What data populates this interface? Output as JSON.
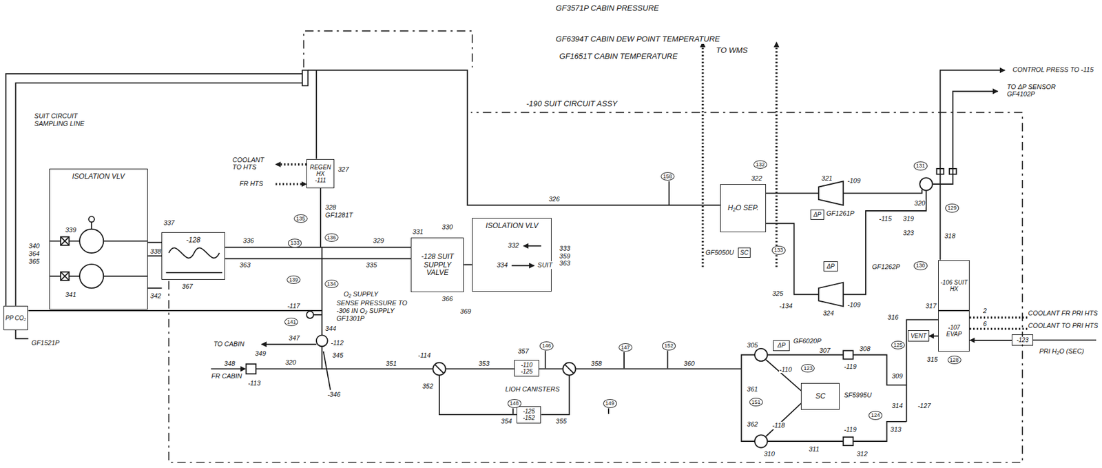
{
  "diagram": {
    "nodes": [
      {
        "text": [
          "ISOLATION VLV"
        ]
      },
      {
        "text": [
          "-128"
        ]
      },
      {
        "text": [
          "REGEN HX",
          "-111"
        ]
      },
      {
        "text": [
          "-128 SUIT SUPPLY VALVE"
        ]
      },
      {
        "text": [
          "ISOLATION VLV"
        ]
      },
      {
        "text": [
          "H₂O SEP."
        ]
      },
      {
        "text": [
          "ΔP"
        ]
      },
      {
        "text": [
          "ΔP"
        ]
      },
      {
        "text": [
          "SC"
        ]
      },
      {
        "text": [
          "ΔP"
        ]
      },
      {
        "text": [
          "SC"
        ]
      },
      {
        "text": [
          "-106 SUIT HX"
        ]
      },
      {
        "text": [
          "-107 EVAP"
        ]
      },
      {
        "text": [
          "VENT"
        ]
      },
      {
        "text": [
          "-123"
        ]
      },
      {
        "text": [
          "PP CO₂"
        ]
      },
      {
        "text": [
          "-110 -125"
        ]
      },
      {
        "text": [
          "-125 -152"
        ]
      }
    ],
    "edges": [
      {
        "from": 0,
        "to": 1,
        "arrow": "none"
      },
      {
        "from": 1,
        "to": 3,
        "arrow": "none"
      },
      {
        "from": 3,
        "to": 4,
        "arrow": "none"
      },
      {
        "from": 12,
        "to": 13,
        "arrow": "to"
      },
      {
        "from": 14,
        "to": 12,
        "arrow": "to"
      }
    ],
    "labels": [
      "GF3571P  CABIN PRESSURE",
      "GF6394T  CABIN DEW POINT TEMPERATURE",
      "GF1651T  CABIN TEMPERATURE",
      "TO WMS",
      "-190 SUIT CIRCUIT ASSY",
      "CONTROL PRESS TO -115",
      "TO ΔP SENSOR GF4102P",
      "SUIT CIRCUIT SAMPLING LINE",
      "COOLANT TO HTS",
      "FR HTS",
      "327",
      "328 GF1281T",
      "337",
      "339",
      "340 364 365",
      "341",
      "338",
      "342",
      "367",
      "336",
      "329",
      "363",
      "335",
      "330",
      "331",
      "366",
      "369",
      "332",
      "334",
      "SUIT",
      "333 359 363",
      "O₂ SUPPLY",
      "SENSE PRESSURE TO -306 IN O₂ SUPPLY GF1301P",
      "-117",
      "344",
      "-112",
      "347",
      "345",
      "TO CABIN",
      "FR CABIN",
      "348",
      "349",
      "-113",
      "320",
      "-346",
      "351",
      "-114",
      "352",
      "353",
      "357",
      "358",
      "LIOH CANISTERS",
      "354",
      "355",
      "360",
      "SF5995U",
      "GF6020P",
      "305",
      "307",
      "308",
      "-119",
      "-110",
      "361",
      "362",
      "-118",
      "309",
      "310",
      "311",
      "312",
      "-119",
      "313",
      "314",
      "-127",
      "316",
      "315",
      "317",
      "318",
      "319",
      "320",
      "321",
      "322",
      "323",
      "324",
      "325",
      "-134",
      "-109",
      "-109",
      "-115",
      "GF1261P",
      "GF1262P",
      "GF5050U",
      "326",
      "COOLANT FR PRI HTS",
      "COOLANT TO PRI HTS",
      "PRI H₂O (SEC)",
      "2",
      "6",
      "GF1521P",
      "132",
      "131",
      "130",
      "129",
      "128",
      "125",
      "124",
      "123",
      "135",
      "133",
      "136",
      "134",
      "139",
      "141",
      "146",
      "147",
      "148",
      "149",
      "152",
      "151",
      "158",
      "133"
    ]
  }
}
